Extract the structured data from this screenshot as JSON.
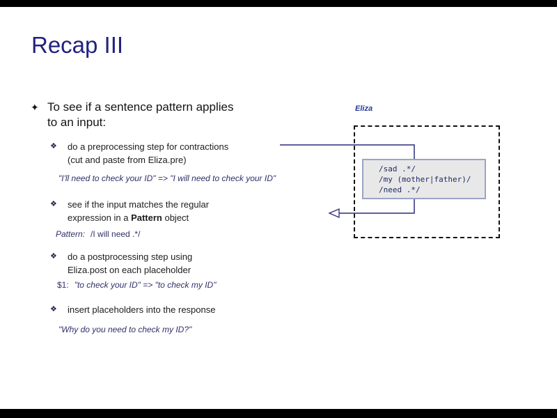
{
  "slide": {
    "title": "Recap III",
    "main_bullet": {
      "marker": "✦",
      "line1": "To see if a sentence pattern applies",
      "line2": "to an input:"
    },
    "steps": [
      {
        "marker": "❖",
        "line1": "do a preprocessing step for contractions",
        "line2": "(cut and paste from Eliza.pre)"
      },
      {
        "marker": "❖",
        "line1": "see if the input matches the regular",
        "line2_pre": "expression in a ",
        "line2_bold": "Pattern",
        "line2_post": " object"
      },
      {
        "marker": "❖",
        "line1": "do a postprocessing step using",
        "line2": "Eliza.post on each placeholder"
      },
      {
        "marker": "❖",
        "line1": "insert placeholders into the response"
      }
    ],
    "examples": [
      {
        "text": "\"I'll need to check your ID\"  => \"I will need to check your ID\""
      },
      {
        "label": "Pattern:",
        "code": "/I will need .*/"
      },
      {
        "label": "$1:",
        "text": "\"to check your ID\" => \"to check my ID\""
      },
      {
        "text": "\"Why do you need to check my ID?\""
      }
    ],
    "diagram": {
      "label": "Eliza",
      "code": "/sad .*/\n/my (mother|father)/\n/need .*/"
    },
    "colors": {
      "title": "#22227e",
      "body_text": "#1c1c1c",
      "example_text": "#30306a",
      "connector_line": "#2b2b7a",
      "code_box_border": "#9aa3c6",
      "code_box_fill": "#e8e8e8",
      "letterbox_bar": "#000000"
    }
  }
}
